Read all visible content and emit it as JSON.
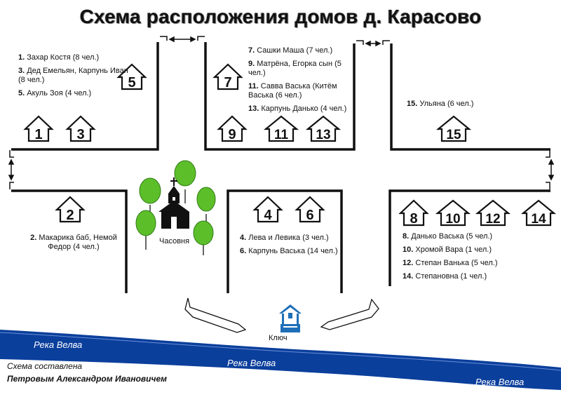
{
  "title": "Схема расположения домов д. Карасово",
  "legend_top_left": [
    {
      "num": "1",
      "text": "Захар Костя (8 чел.)"
    },
    {
      "num": "3",
      "text": "Дед Емельян, Карпунь Иван (8 чел.)"
    },
    {
      "num": "5",
      "text": "Акуль Зоя (4 чел.)"
    }
  ],
  "legend_top_center": [
    {
      "num": "7",
      "text": "Сашки Маша (7 чел.)"
    },
    {
      "num": "9",
      "text": "Матрёна, Егорка сын (5 чел.)"
    },
    {
      "num": "11",
      "text": "Савва Васька (Китём Васька (6 чел.)"
    },
    {
      "num": "13",
      "text": "Карпунь Данько (4 чел.)"
    }
  ],
  "legend_top_right": [
    {
      "num": "15",
      "text": "Ульяна (6 чел.)"
    }
  ],
  "legend_bottom_left": [
    {
      "num": "2",
      "text": "Макарика баб, Немой Федор (4 чел.)"
    }
  ],
  "legend_bottom_center": [
    {
      "num": "4",
      "text": "Лева и Левика (3 чел.)"
    },
    {
      "num": "6",
      "text": "Карпунь Васька (14 чел.)"
    }
  ],
  "legend_bottom_right": [
    {
      "num": "8",
      "text": "Данько Васька (5 чел.)"
    },
    {
      "num": "10",
      "text": "Хромой Вара (1 чел.)"
    },
    {
      "num": "12",
      "text": "Степан Ванька (5 чел.)"
    },
    {
      "num": "14",
      "text": "Степановна (1 чел.)"
    }
  ],
  "chapel_label": "Часовня",
  "spring_label": "Ключ",
  "river_label": "Река Велва",
  "author_line1": "Схема составлена",
  "author_line2": "Петровым Александром Ивановичем",
  "houses": [
    "1",
    "2",
    "3",
    "4",
    "5",
    "6",
    "7",
    "8",
    "9",
    "10",
    "11",
    "12",
    "13",
    "14",
    "15"
  ],
  "colors": {
    "river": "#0b3f9c",
    "ink": "#111111",
    "tree": "#5cbf2a",
    "spring": "#1e6fb8"
  }
}
